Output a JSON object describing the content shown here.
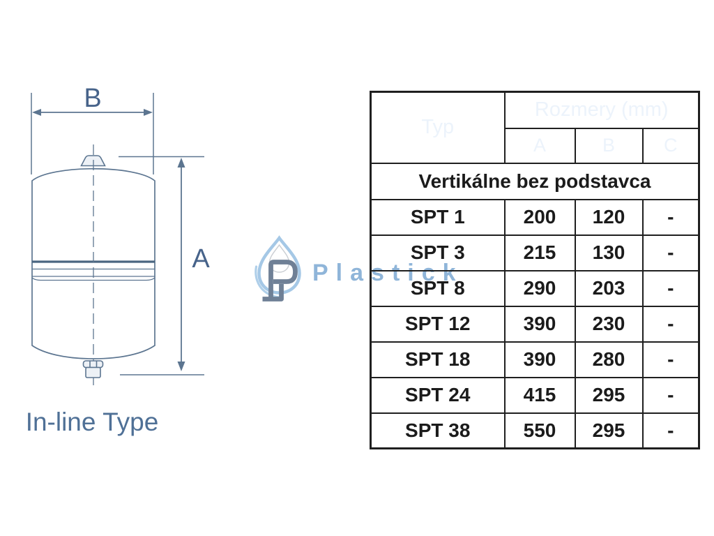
{
  "diagram": {
    "dim_width_label": "B",
    "dim_height_label": "A",
    "caption": "In-line Type"
  },
  "watermark": {
    "brand": "Plastick"
  },
  "table": {
    "header": {
      "typ": "Typ",
      "group": "Rozmery (mm)",
      "col_a": "A",
      "col_b": "B",
      "col_c": "C"
    },
    "section_title": "Vertikálne bez podstavca",
    "rows": [
      {
        "typ": "SPT 1",
        "a": "200",
        "b": "120",
        "c": "-"
      },
      {
        "typ": "SPT 3",
        "a": "215",
        "b": "130",
        "c": "-"
      },
      {
        "typ": "SPT 8",
        "a": "290",
        "b": "203",
        "c": "-"
      },
      {
        "typ": "SPT 12",
        "a": "390",
        "b": "230",
        "c": "-"
      },
      {
        "typ": "SPT 18",
        "a": "390",
        "b": "280",
        "c": "-"
      },
      {
        "typ": "SPT 24",
        "a": "415",
        "b": "295",
        "c": "-"
      },
      {
        "typ": "SPT 38",
        "a": "550",
        "b": "295",
        "c": "-"
      }
    ]
  },
  "colors": {
    "header_bg": "#2F5693",
    "header_text": "#ECF3FB",
    "table_border": "#1f1f1f",
    "body_text": "#1b1b1b",
    "diagram_line": "#5C7590",
    "diagram_seam": "#4A6680",
    "diagram_label": "#47638A",
    "caption": "#4F7096",
    "watermark_text": "#8FB5D9",
    "drop_outline": "#A5C8E6",
    "logo_p": "#6F8096"
  }
}
